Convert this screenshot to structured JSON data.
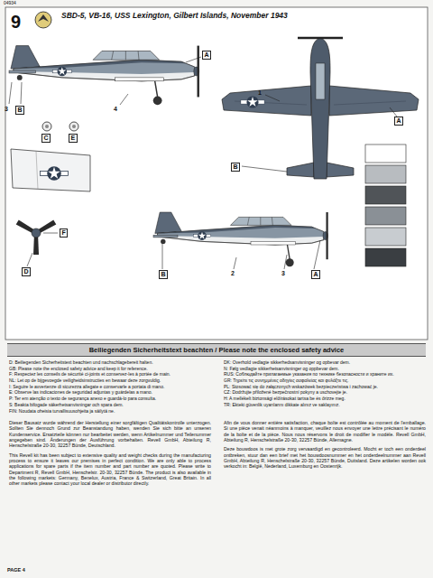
{
  "diagram": {
    "title": "SBD-5, VB-16, USS Lexington, Gilbert Islands, November 1943",
    "nodes": [
      {
        "text": [
          "Beiliegenden Sicherheitstext beachten / Please note the enclosed safety advice"
        ]
      }
    ],
    "labels": [
      "04934",
      "9",
      "4",
      "A",
      "3",
      "B",
      "C",
      "E",
      "1",
      "A",
      "B",
      "F",
      "D",
      "B",
      "2",
      "3",
      "A",
      "D: Beiliegenden Sicherheitstext beachten und nachschlagebereit halten.",
      "GB: Please note the enclosed safety advice and keep it for reference.",
      "F: Respectez les conseils de sécurité ci-joints et conservez-les à portée de main.",
      "NL: Let op de bijgevoegde veiligheidsinstructies en bewaar deze zorgvuldig.",
      "I: Seguire le avvertenze di sicurezza allegate e conservarle a portata di mano.",
      "E: Observe las indicaciones de seguridad adjuntas y guárdelas a mano.",
      "P: Ter em atenção o texto de segurança anexo e guardá-lo para consulta.",
      "S: Beakta bifogade säkerhetsanvisningar och spara dem.",
      "FIN: Noudata oheisia turvallisuusohjeita ja säilytä ne.",
      "DK: Overhold vedlagte sikkerhedsanvisninger og opbevar dem.",
      "N: Følg vedlagte sikkerhetsanvisninger og oppbevar dem.",
      "RUS: Соблюдайте прилагаемые указания по технике безопасности и храните их.",
      "GR: Τηρείτε τις συνημμένες οδηγίες ασφαλείας και φυλάξτε τις.",
      "PL: Stosować się do załączonych wskazówek bezpieczeństwa i zachować je.",
      "CZ: Dodržujte přiložené bezpečnostní pokyny a uschovejte je.",
      "H: A mellékelt biztonsági előírásokat tartsa be és őrizze meg.",
      "TR: Ekteki güvenlik uyarılarını dikkate alınız ve saklayınız.",
      "Dieser Bausatz wurde während der Herstellung einer sorgfältigen Qualitätskontrolle unterzogen. Sollten Sie dennoch Grund zur Beanstandung haben, wenden Sie sich bitte an unseren Kundenservice. Ersatzteile können nur bearbeitet werden, wenn Artikelnummer und Teilenummer angegeben sind. Änderungen der Ausführung vorbehalten. Revell GmbH, Abteilung R, Henschelstraße 20-30, 32257 Bünde, Deutschland.",
      "This Revell kit has been subject to extensive quality and weight checks during the manufacturing process to ensure it leaves our premises in perfect condition. We are only able to process applications for spare parts if the item number and part number are quoted. Please write to Department R, Revell GmbH, Henschelstr. 20-30, 32257 Bünde. The product is also available in the following markets: Germany, Benelux, Austria, France & Switzerland, Great Britain. In all other markets please contact your local dealer or distributor directly.",
      "Afin de vous donner entière satisfaction, chaque boîte est contrôlée au moment de l'emballage. Si une pièce venait néanmoins à manquer, veuillez nous envoyer une lettre précisant le numéro de la boîte et de la pièce. Nous nous réservons le droit de modifier le modèle. Revell GmbH, Abteilung R, Henschelstraße 20-30, 32257 Bünde, Allemagne.",
      "Deze bouwdoos is met grote zorg vervaardigd en gecontroleerd. Mocht er toch een onderdeel ontbreken, stuur dan een brief met het bouwdoosnummer en het onderdeelnummer aan Revell GmbH, Abteilung R, Henschelstraße 20-30, 32257 Bünde, Duitsland. Deze artikelen worden ook verkocht in: België, Nederland, Luxemburg en Oostenrijk.",
      "PAGE 4"
    ]
  }
}
